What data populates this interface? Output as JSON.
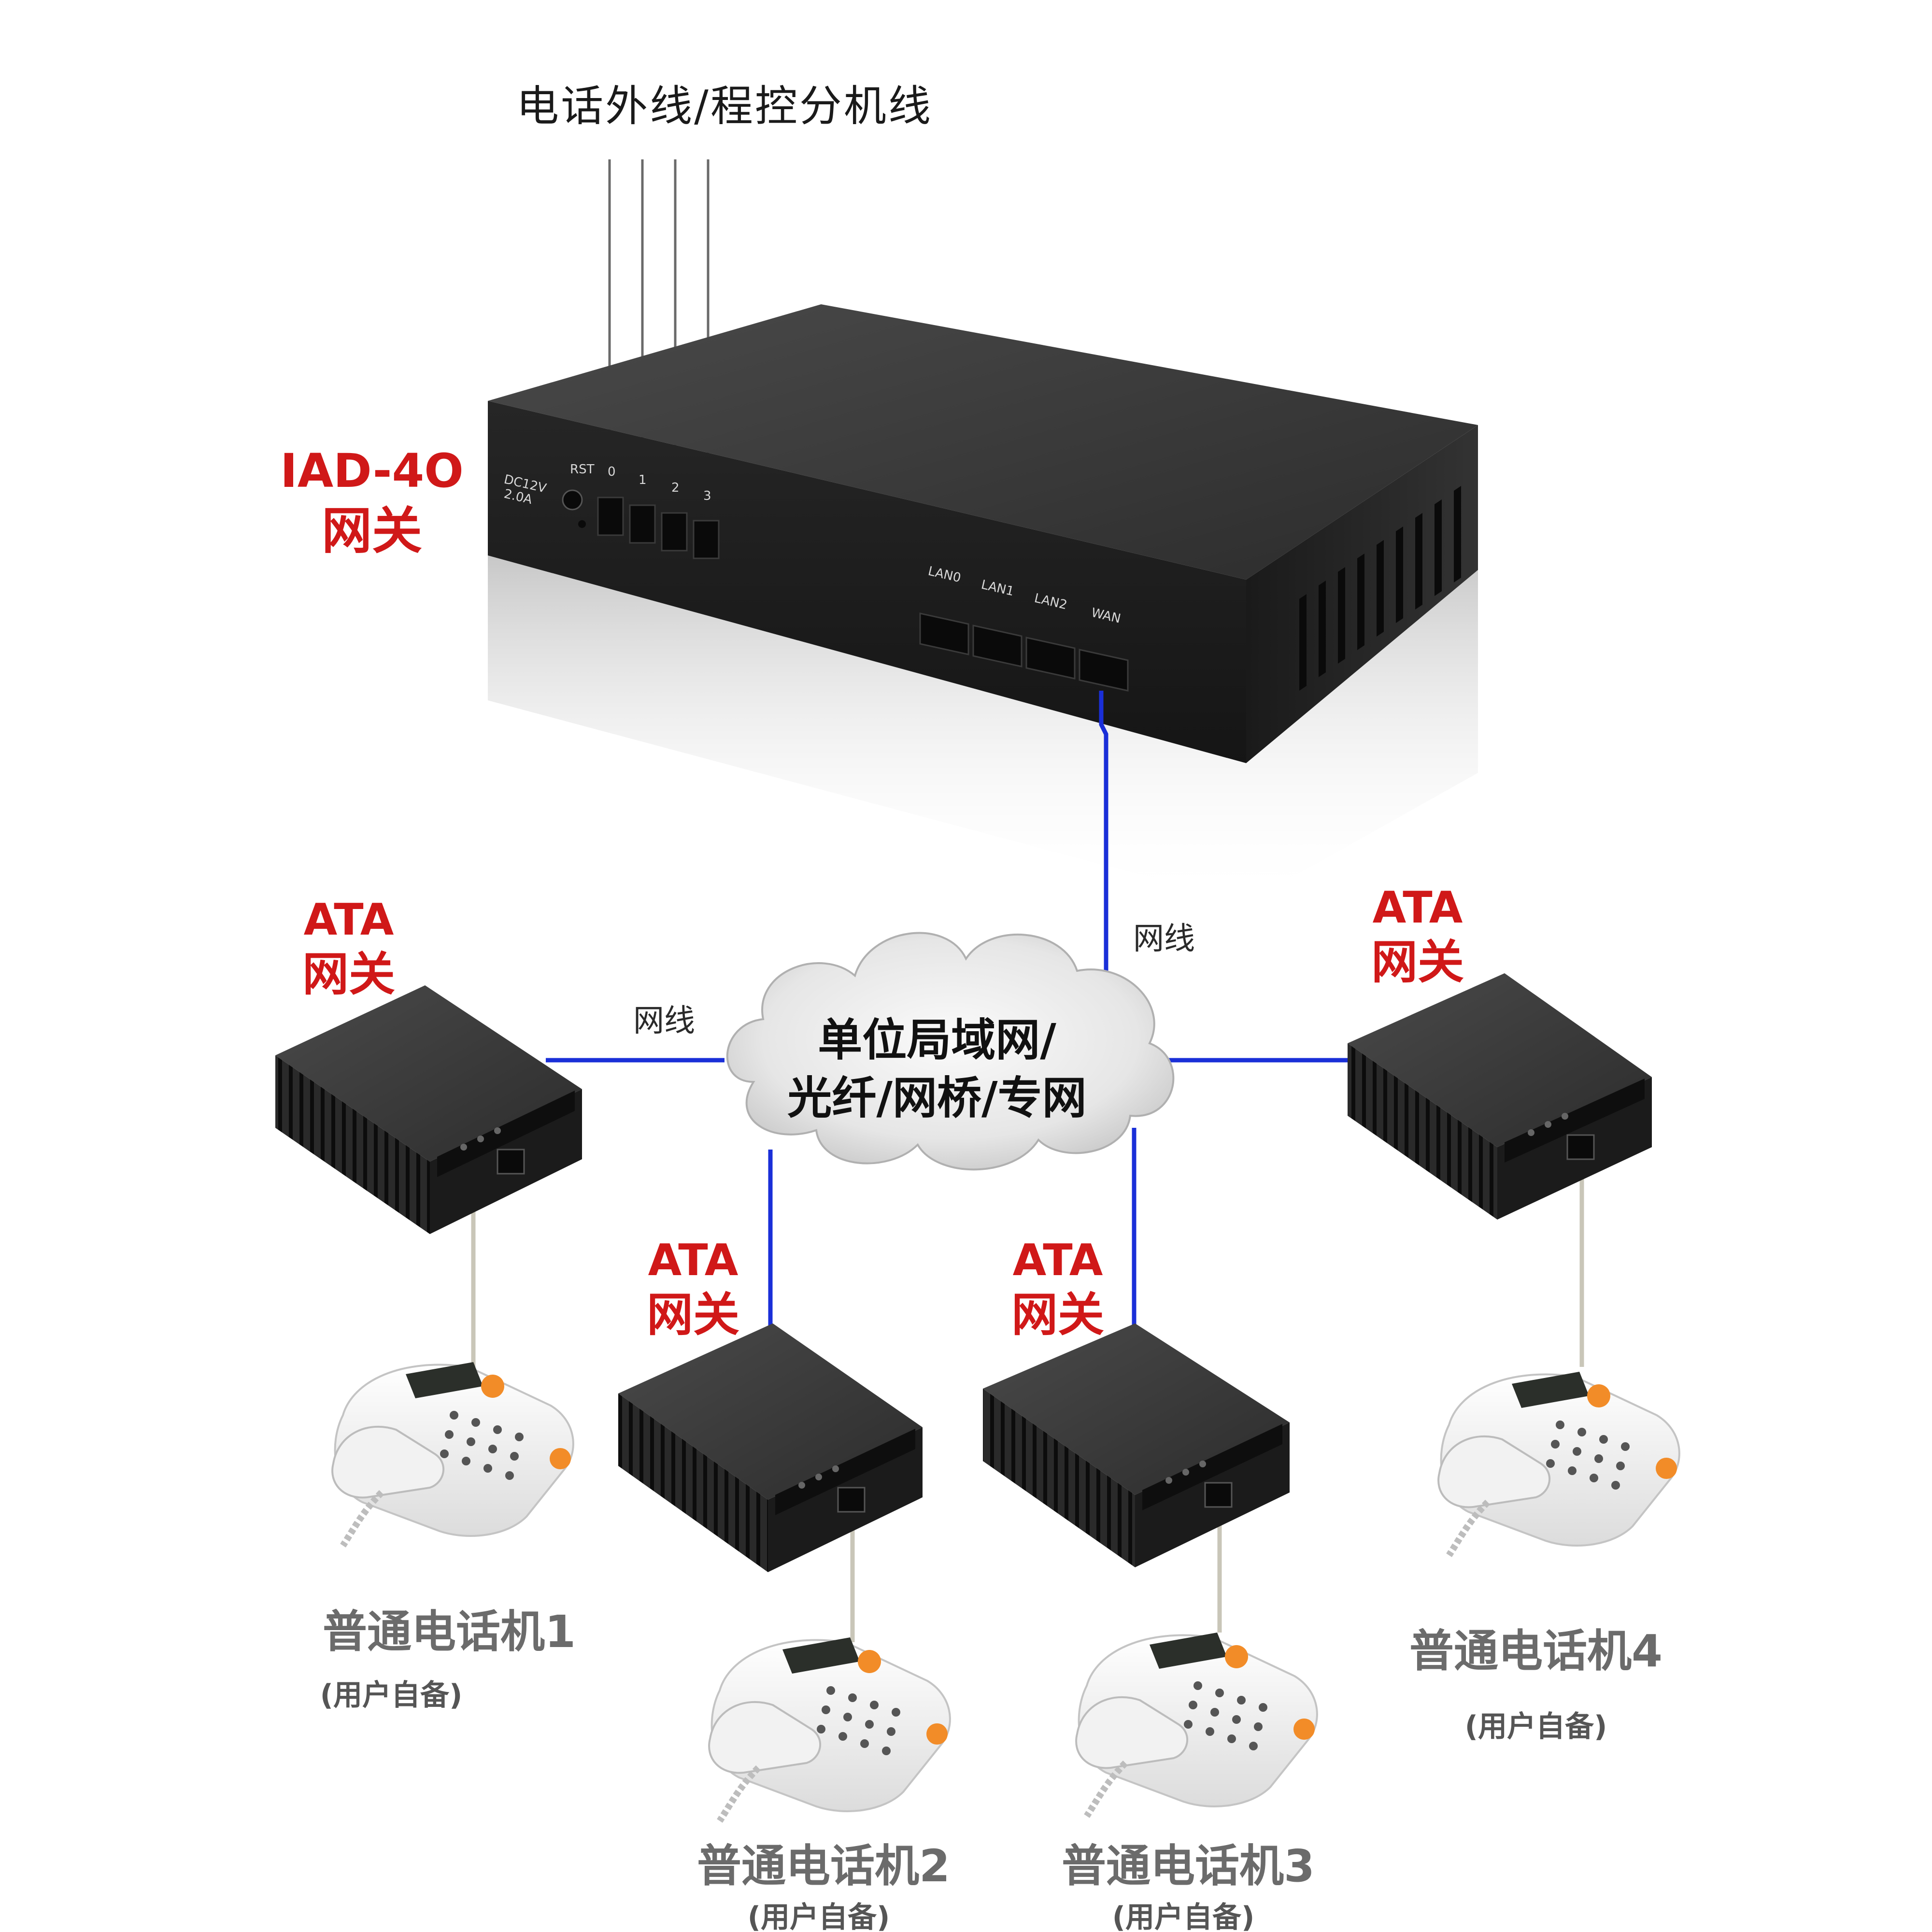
{
  "diagram": {
    "top_label": "电话外线/程控分机线",
    "iad": {
      "model": "IAD-4O",
      "type": "网关",
      "fxo_ports": [
        "0",
        "1",
        "2",
        "3"
      ],
      "eth_ports": [
        "LAN0",
        "LAN1",
        "LAN2",
        "WAN"
      ],
      "power_label": "DC12V",
      "power_sub": "2.0A",
      "reset_label": "RST"
    },
    "cable_label": "网线",
    "cloud": {
      "line1": "单位局域网/",
      "line2": "光纤/网桥/专网"
    },
    "ata_gateways": [
      {
        "model": "ATA",
        "type": "网关"
      },
      {
        "model": "ATA",
        "type": "网关"
      },
      {
        "model": "ATA",
        "type": "网关"
      },
      {
        "model": "ATA",
        "type": "网关"
      }
    ],
    "phones": [
      {
        "name": "普通电话机1",
        "note": "(用户自备)"
      },
      {
        "name": "普通电话机2",
        "note": "(用户自备)"
      },
      {
        "name": "普通电话机3",
        "note": "(用户自备)"
      },
      {
        "name": "普通电话机4",
        "note": "(用户自备)"
      }
    ],
    "colors": {
      "ethernet_cable": "#1a2fd8",
      "phone_cable": "#c9c6b8",
      "label_red": "#d01818",
      "device_dark": "#2a2a2a"
    }
  }
}
